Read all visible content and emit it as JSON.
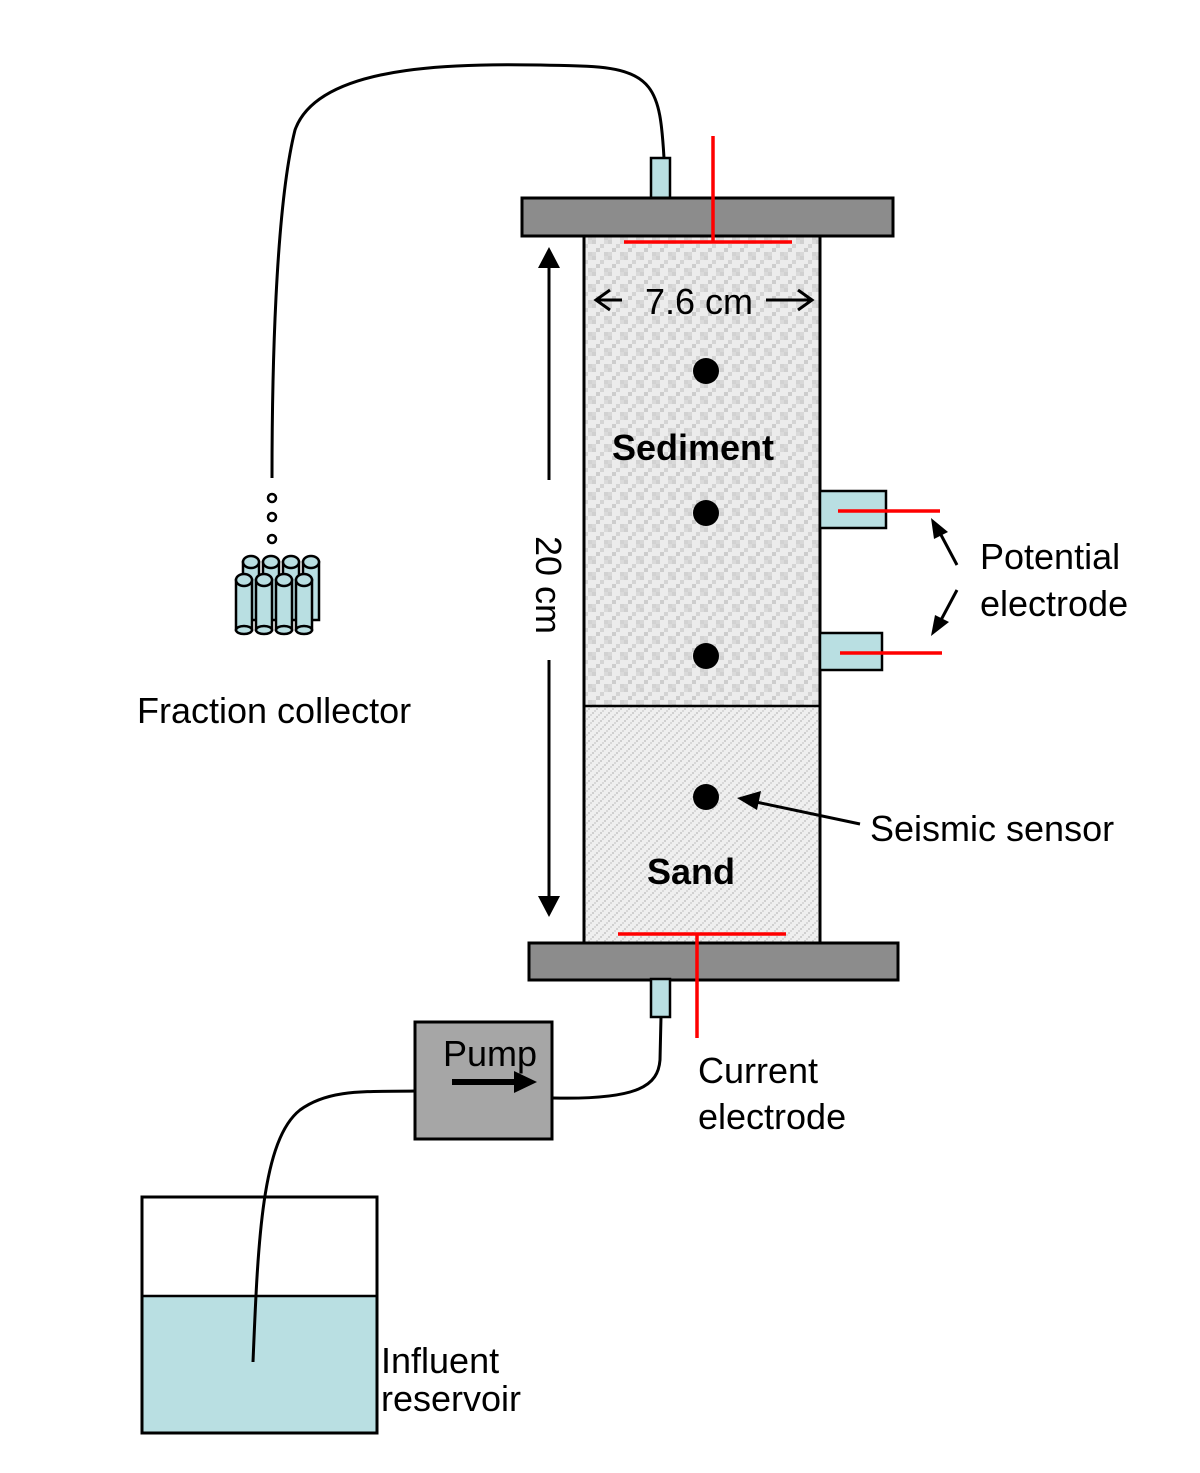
{
  "labels": {
    "width_dim": "7.6 cm",
    "height_dim": "20 cm",
    "sediment": "Sediment",
    "sand": "Sand",
    "potential_line1": "Potential",
    "potential_line2": "electrode",
    "seismic": "Seismic sensor",
    "fraction": "Fraction collector",
    "pump": "Pump",
    "current_line1": "Current",
    "current_line2": "electrode",
    "influent_line1": "Influent",
    "influent_line2": "reservoir"
  },
  "colors": {
    "electrode": "#ff0000",
    "plate": "#8c8c8c",
    "pump": "#a6a6a6",
    "fluid": "#b9dfe2",
    "fitting": "#b9dfe2",
    "fill_light": "#ececec",
    "fill_dark": "#cfcfcf"
  }
}
